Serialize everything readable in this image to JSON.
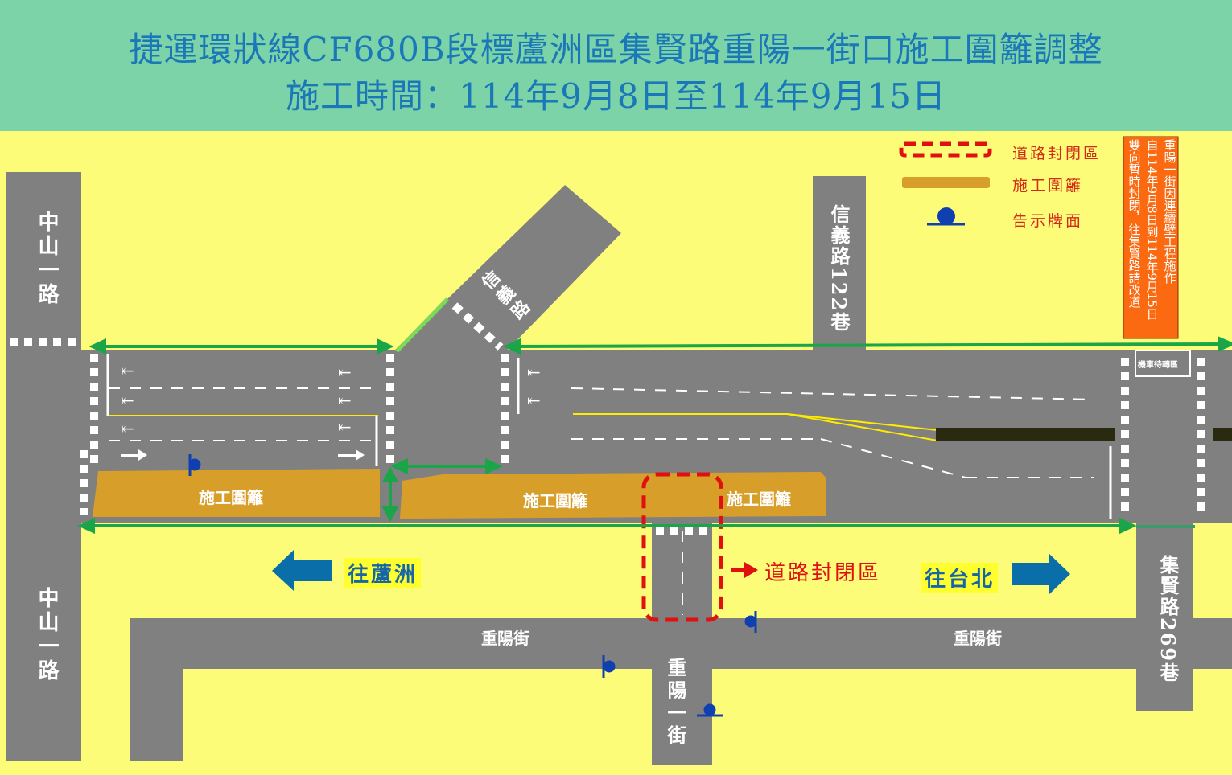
{
  "header": {
    "title": "捷運環狀線CF680B段標蘆洲區集賢路重陽一街口施工圍籬調整",
    "period": "施工時間：114年9月8日至114年9月15日"
  },
  "legend": {
    "closure": "道路封閉區",
    "barrier": "施工圍籬",
    "sign": "告示牌面"
  },
  "notice": {
    "col1": "重陽一街因連續壁工程施作",
    "col2": "自114年9月8日到114年9月15日",
    "col3": "雙向暫時封閉，往集賢路請改道"
  },
  "roads": {
    "zhongshan_top": "中山一路",
    "zhongshan_bottom": "中山一路",
    "xinyi": "信義路",
    "xinyi122": "信義路122巷",
    "jixian269": "集賢路269巷",
    "chongyang_left": "重陽街",
    "chongyang_right": "重陽街",
    "chongyang1": "重陽一街"
  },
  "barriers": [
    "施工圍籬",
    "施工圍籬",
    "施工圍籬"
  ],
  "directions": {
    "luzhou": "往蘆洲",
    "taipei": "往台北",
    "closure_label": "道路封閉區"
  },
  "scooter_box": "機車待轉區",
  "colors": {
    "header_bg": "#7dd3a8",
    "background": "#fdfc78",
    "road": "#808080",
    "barrier": "#d89e2a",
    "closure": "#e01010",
    "arrow_green": "#1aa548",
    "arrow_blue": "#0a6ea8",
    "notice_bg": "#fb6a10"
  }
}
